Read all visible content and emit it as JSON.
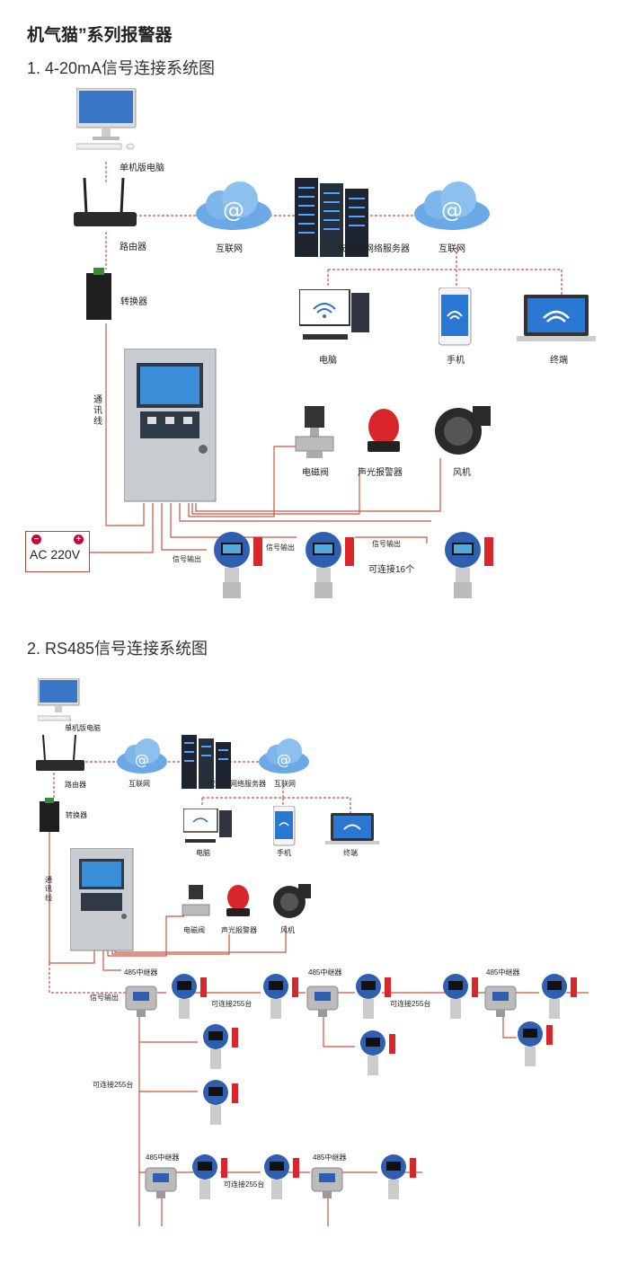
{
  "header": {
    "title": "机气猫”系列报警器",
    "section1": "1. 4-20mA信号连接系统图",
    "section2": "2. RS485信号连接系统图"
  },
  "diagram1": {
    "pc": "单机版电脑",
    "router": "路由器",
    "internet_left": "互联网",
    "server": "安帕尔网络服务器",
    "internet_right": "互联网",
    "converter": "转换器",
    "computer": "电脑",
    "phone": "手机",
    "terminal": "终端",
    "comm_line": "通讯线",
    "valve": "电磁阀",
    "alarm_light": "声光报警器",
    "fan": "风机",
    "power": "AC 220V",
    "signal_out_1": "信号输出",
    "signal_out_2": "信号输出",
    "signal_out_3": "信号输出",
    "connect_16": "可连接16个"
  },
  "diagram2": {
    "pc": "单机版电脑",
    "router": "路由器",
    "internet_left": "互联网",
    "server": "安帕尔网络服务器",
    "internet_right": "互联网",
    "converter": "转换器",
    "computer": "电脑",
    "phone": "手机",
    "terminal": "终端",
    "comm_line": "通讯线",
    "valve": "电磁阀",
    "alarm_light": "声光报警器",
    "fan": "风机",
    "repeater_1": "485中继器",
    "repeater_2": "485中继器",
    "repeater_3": "485中继器",
    "repeater_4": "485中继器",
    "repeater_5": "485中继器",
    "signal_out": "信号输出",
    "connect_255_a": "可连接255台",
    "connect_255_b": "可连接255台",
    "connect_255_c": "可连接255台",
    "connect_255_d": "可连接255台"
  },
  "colors": {
    "wire": "#c8553d",
    "device_blue": "#2f5fb0",
    "alarm_red": "#d8262a",
    "cloud": "#6aa9e6"
  }
}
